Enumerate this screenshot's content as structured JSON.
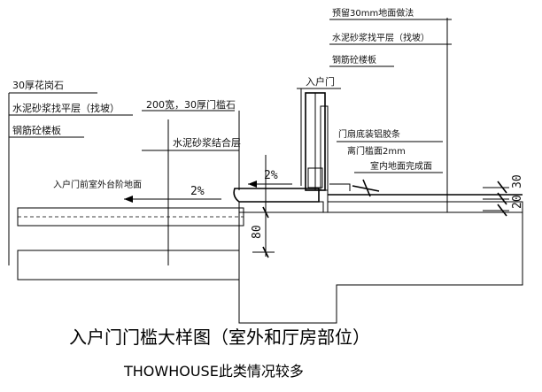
{
  "labels": {
    "granite": "30厚花岗石",
    "mortar_left": "水泥砂浆找平层（找坡）",
    "slab_left": "钢筋砼楼板",
    "threshold_stone": "200宽，30厚门槛石",
    "bonding_layer": "水泥砂浆结合层",
    "entrance_door": "入户门",
    "reserve_floor": "预留30mm地面做法",
    "mortar_right": "水泥砂浆找平层（找坡）",
    "slab_right": "钢筋砼楼板",
    "door_strip": "门扇底装铝胶条",
    "door_gap": "离门槛面2mm",
    "indoor_floor": "室内地面完成面",
    "outdoor_step": "入户门前室外台阶地面",
    "slope_left": "2%",
    "slope_right": "2%",
    "dim_80": "80",
    "dim_20": "20",
    "dim_30": "30"
  },
  "caption": {
    "line1": "入户门门槛大样图（室外和厅房部位）",
    "line2": "THOWHOUSE此类情况较多"
  }
}
